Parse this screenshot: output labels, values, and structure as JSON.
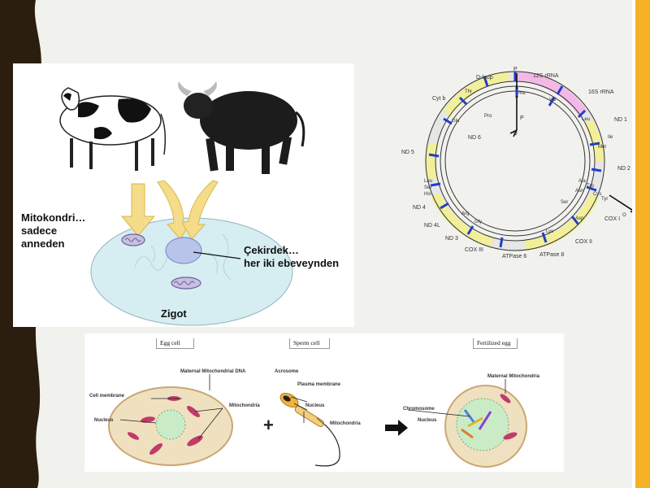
{
  "colors": {
    "left_band": "#2b1e0e",
    "right_band": "#f4b126",
    "background": "#f1f1ee",
    "cytoplasm": "#d6eef2",
    "nucleus": "#b8c4ea",
    "mitochondria": "#c23a6b",
    "arrow_yellow": "#f4dc8a"
  },
  "zygote_figure": {
    "animals": [
      "cow-icon",
      "bull-icon"
    ],
    "mito_label_lines": [
      "Mitokondri…",
      "sadece",
      "anneden"
    ],
    "nucleus_label_lines": [
      "Çekirdek…",
      "her iki ebeveynden"
    ],
    "caption": "Zigot"
  },
  "mtdna_map": {
    "top_marker": "P",
    "inner_marker": "P",
    "oh_marker": "O",
    "ol_marker": "O",
    "regions": [
      "D-loop",
      "12S rRNA",
      "16S rRNA",
      "ND 1",
      "ND 2",
      "COX I",
      "COX II",
      "ATPase 8",
      "ATPase 6",
      "COX III",
      "ND 3",
      "ND 4L",
      "ND 4",
      "ND 5",
      "ND 6",
      "Cyt b"
    ],
    "trnas": [
      "Thr",
      "Phe",
      "Val",
      "Leu",
      "Ile",
      "Met",
      "Trp",
      "Ala",
      "Asn",
      "Cys",
      "Tyr",
      "Ser",
      "Asp",
      "Lys",
      "Gly",
      "Arg",
      "His",
      "Ser",
      "Leu",
      "Glu",
      "Pro"
    ]
  },
  "fertilization": {
    "egg_tab": "Egg cell",
    "sperm_tab": "Sperm cell",
    "fert_tab": "Fertilized egg",
    "egg_labels": [
      "Maternal Mitochondrial DNA",
      "Cell membrane",
      "Mitochondria",
      "Nucleus"
    ],
    "sperm_labels": [
      "Acrosome",
      "Plasma membrane",
      "Nucleus",
      "Mitochondria"
    ],
    "fert_labels": [
      "Maternal Mitochondria",
      "Chromosome",
      "Nucleus"
    ],
    "plus": "+"
  }
}
